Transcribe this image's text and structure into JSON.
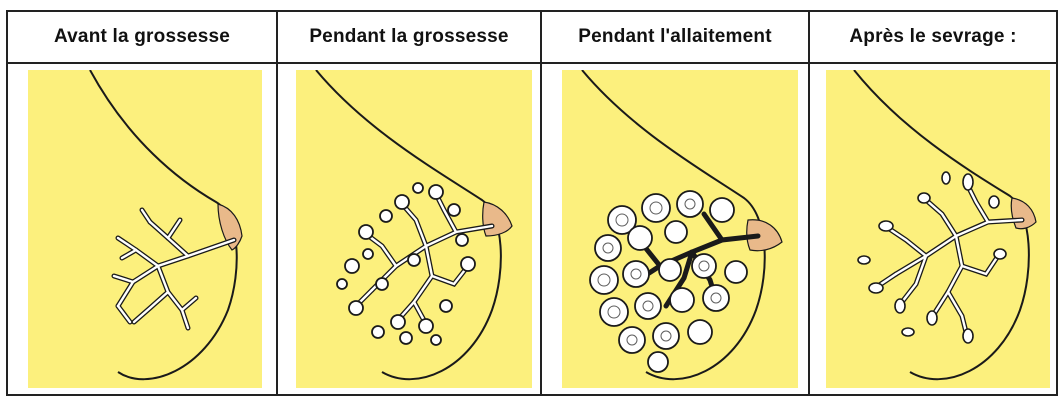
{
  "headers": [
    {
      "label": "Avant la grossesse"
    },
    {
      "label": "Pendant la grossesse"
    },
    {
      "label": "Pendant l'allaitement"
    },
    {
      "label": "Après le sevrage :"
    }
  ],
  "colors": {
    "background_fill": "#fcf07d",
    "nipple": "#e9b98a",
    "outline": "#1a1a1a",
    "grid": "#222222"
  }
}
